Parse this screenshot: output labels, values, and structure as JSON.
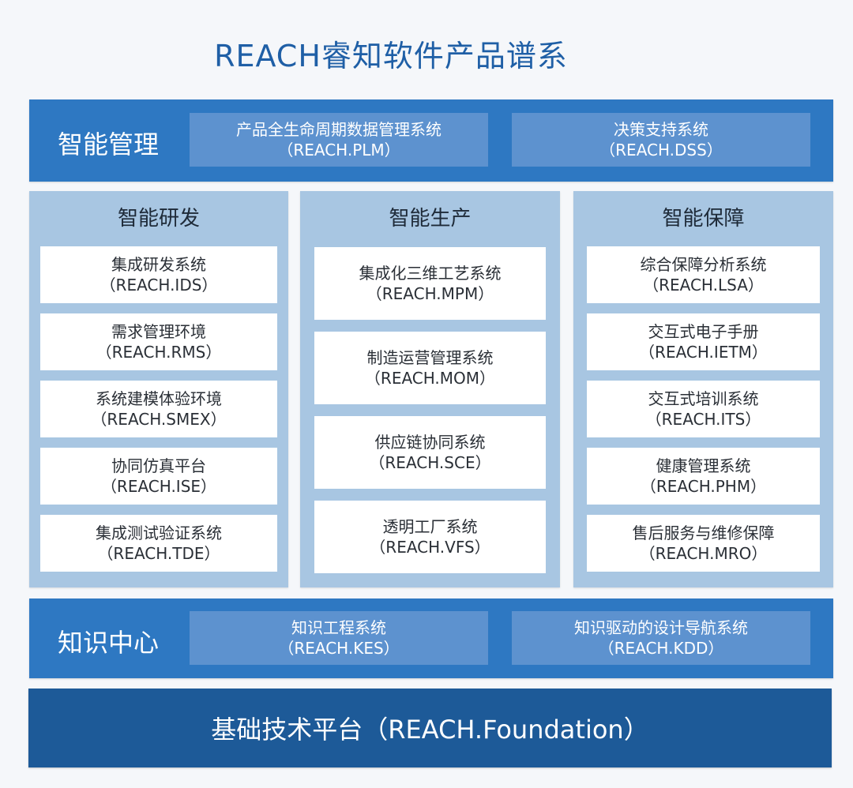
{
  "title": "REACH睿知软件产品谱系",
  "top_band": {
    "label": "智能管理",
    "boxes": [
      {
        "name": "产品全生命周期数据管理系统",
        "code": "（REACH.PLM）"
      },
      {
        "name": "决策支持系统",
        "code": "（REACH.DSS）"
      }
    ]
  },
  "columns": [
    {
      "title": "智能研发",
      "items": [
        {
          "name": "集成研发系统",
          "code": "（REACH.IDS）"
        },
        {
          "name": "需求管理环境",
          "code": "（REACH.RMS）"
        },
        {
          "name": "系统建模体验环境",
          "code": "（REACH.SMEX）"
        },
        {
          "name": "协同仿真平台",
          "code": "（REACH.ISE）"
        },
        {
          "name": "集成测试验证系统",
          "code": "（REACH.TDE）"
        }
      ]
    },
    {
      "title": "智能生产",
      "items": [
        {
          "name": "集成化三维工艺系统",
          "code": "（REACH.MPM）"
        },
        {
          "name": "制造运营管理系统",
          "code": "（REACH.MOM）"
        },
        {
          "name": "供应链协同系统",
          "code": "（REACH.SCE）"
        },
        {
          "name": "透明工厂系统",
          "code": "（REACH.VFS）"
        }
      ]
    },
    {
      "title": "智能保障",
      "items": [
        {
          "name": "综合保障分析系统",
          "code": "（REACH.LSA）"
        },
        {
          "name": "交互式电子手册",
          "code": "（REACH.IETM）"
        },
        {
          "name": "交互式培训系统",
          "code": "（REACH.ITS）"
        },
        {
          "name": "健康管理系统",
          "code": "（REACH.PHM）"
        },
        {
          "name": "售后服务与维修保障",
          "code": "（REACH.MRO）"
        }
      ]
    }
  ],
  "knowledge_band": {
    "label": "知识中心",
    "boxes": [
      {
        "name": "知识工程系统",
        "code": "（REACH.KES）"
      },
      {
        "name": "知识驱动的设计导航系统",
        "code": "（REACH.KDD）"
      }
    ]
  },
  "foundation": "基础技术平台（REACH.Foundation）"
}
